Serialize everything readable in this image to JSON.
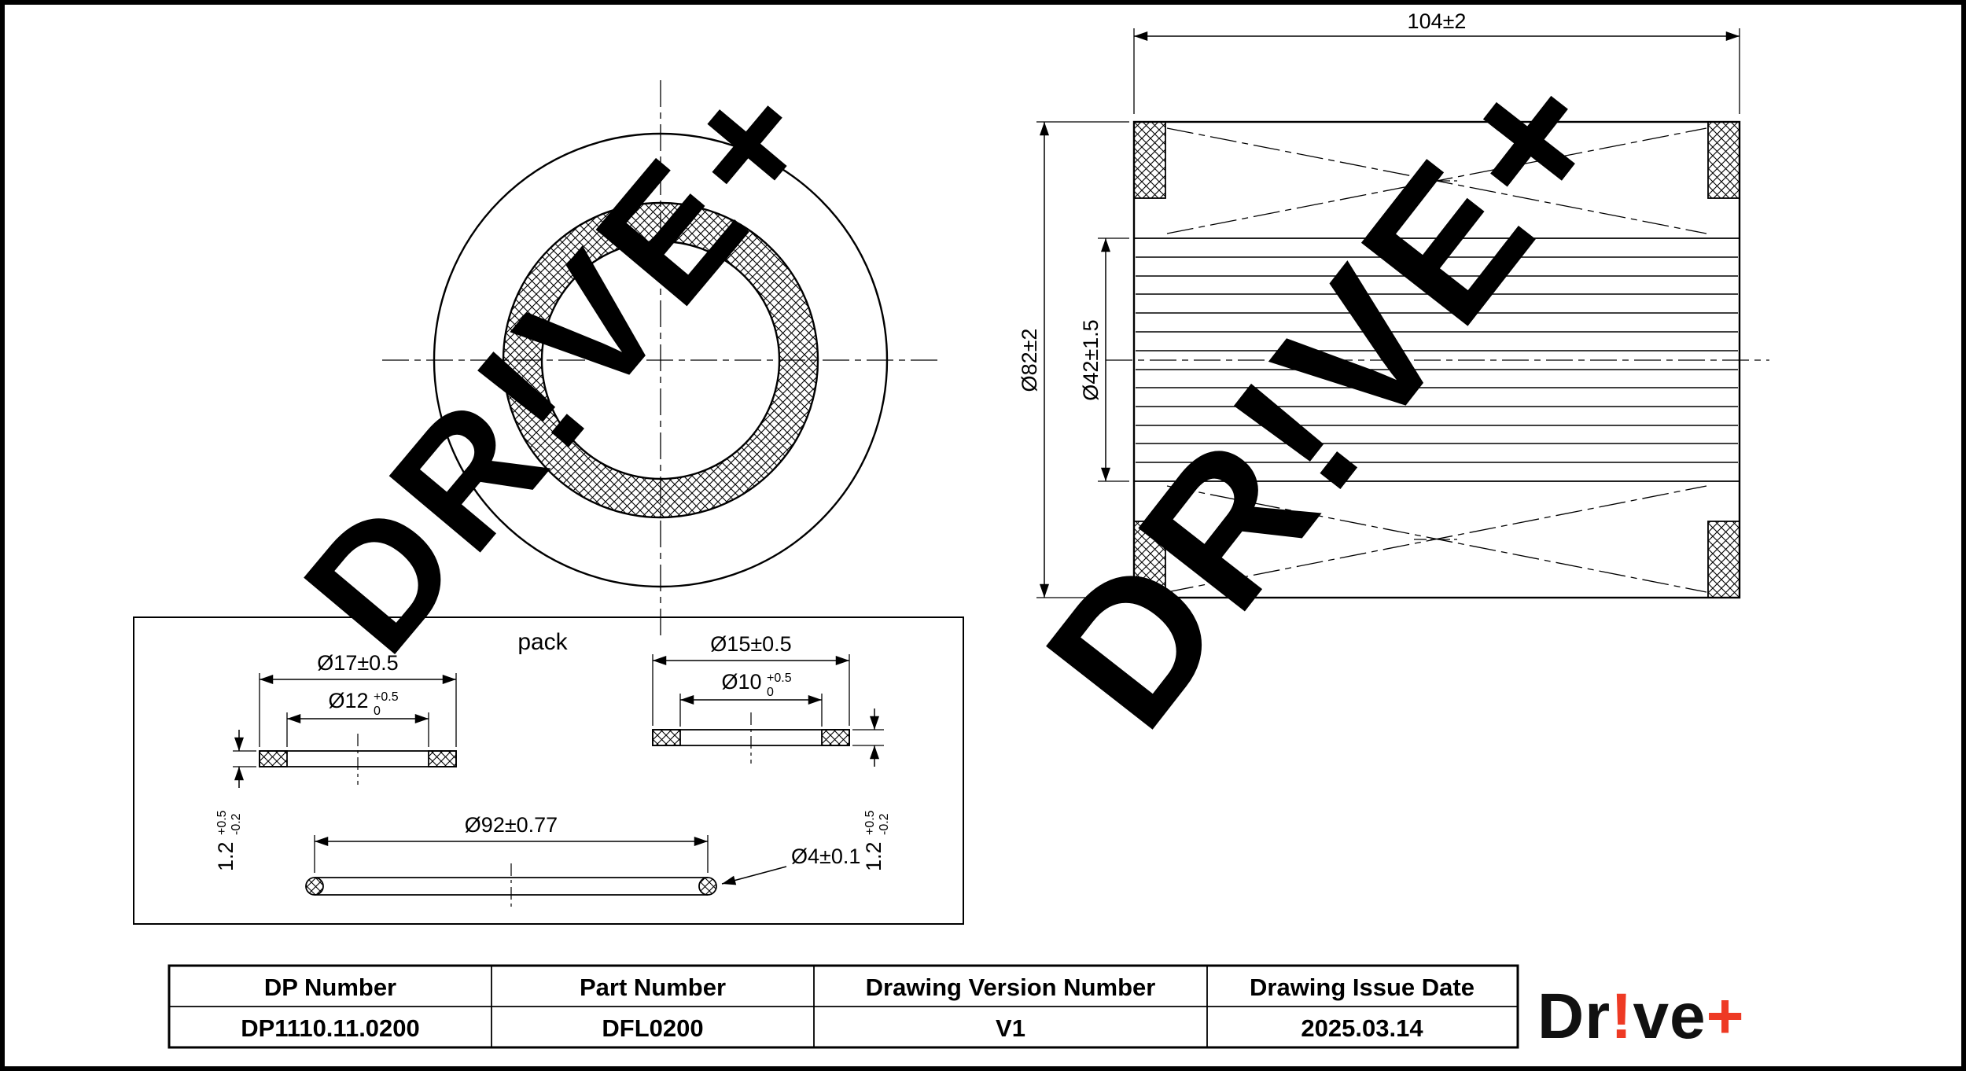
{
  "watermark": {
    "text": "DR!VE+",
    "color": "#c8c8c8"
  },
  "side_view": {
    "width_dim": "104±2",
    "outer_dia_dim": "Ø82±2",
    "core_dia_dim": "Ø42±1.5"
  },
  "pack": {
    "label": "pack",
    "gasket_large": {
      "outer_dim": "Ø17±0.5",
      "inner_dim": "Ø12"
    },
    "gasket_small": {
      "outer_dim": "Ø15±0.5",
      "inner_dim": "Ø10"
    },
    "inner_tol": {
      "plus": "+0.5",
      "zero": "0"
    },
    "thickness": {
      "value": "1.2",
      "plus": "+0.5",
      "minus": "-0.2"
    },
    "oring": {
      "diameter_dim": "Ø92±0.77",
      "cross_section_dim": "Ø4±0.1"
    }
  },
  "title_block": {
    "headers": [
      "DP Number",
      "Part Number",
      "Drawing Version Number",
      "Drawing Issue Date"
    ],
    "values": [
      "DP1110.11.0200",
      "DFL0200",
      "V1",
      "2025.03.14"
    ]
  },
  "logo": {
    "part1": "Dr",
    "part2": "!",
    "part3": "ve",
    "part4": "+",
    "accent": "#ee3a24"
  }
}
